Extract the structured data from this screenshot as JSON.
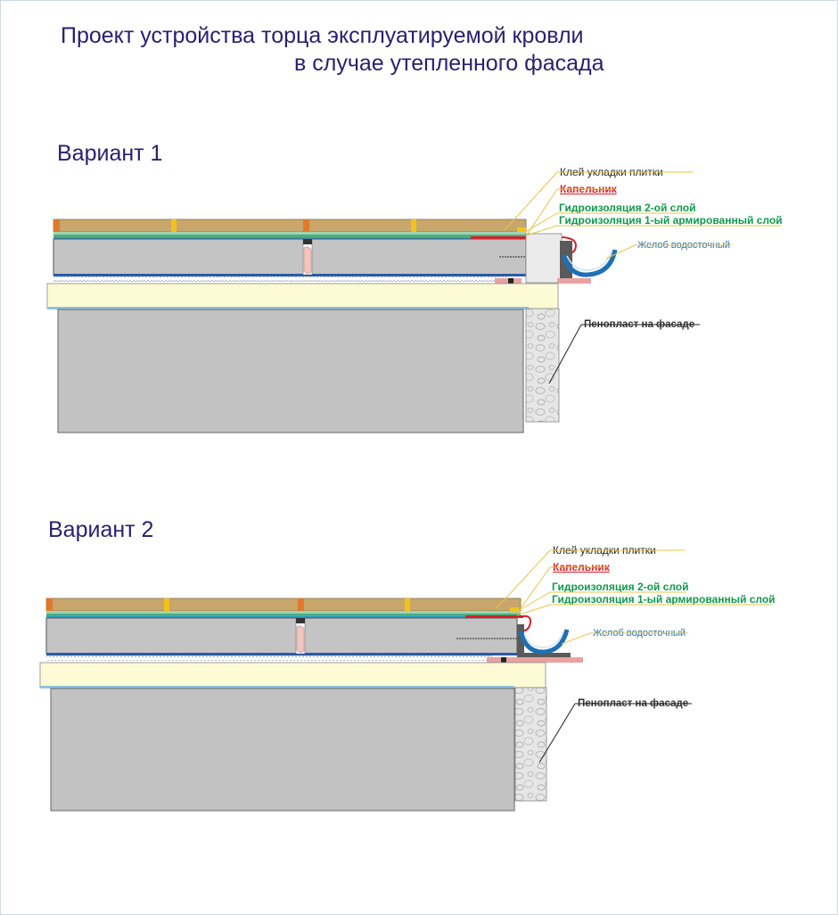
{
  "title": {
    "line1": "Проект устройства торца  эксплуатируемой кровли",
    "line2": "в случае утепленного фасада"
  },
  "variant1": {
    "heading": "Вариант 1",
    "labels": {
      "tile_glue": "Клей укладки  плитки",
      "drip": "Капельник",
      "waterproof2": "Гидроизоляция 2-ой слой",
      "waterproof1": "Гидроизоляция 1-ый армированный слой",
      "gutter": "Желоб водосточный",
      "foam": "Пенопласт на фасаде"
    }
  },
  "variant2": {
    "heading": "Вариант 2",
    "labels": {
      "tile_glue": "Клей укладки  плитки",
      "drip": "Капельник",
      "waterproof2": "Гидроизоляция 2-ой слой",
      "waterproof1": "Гидроизоляция 1-ый армированный слой",
      "gutter": "Желоб водосточный",
      "foam": "Пенопласт на фасаде"
    }
  },
  "colors": {
    "title": "#2b1f6e",
    "tile": "#c9a66b",
    "slab": "#c2c2c2",
    "screed": "#fdfbd6",
    "waterproof": "#6dbf8e",
    "drip": "#d4202b",
    "gutter": "#1f6fb4",
    "foam": "#e4e4e4"
  }
}
